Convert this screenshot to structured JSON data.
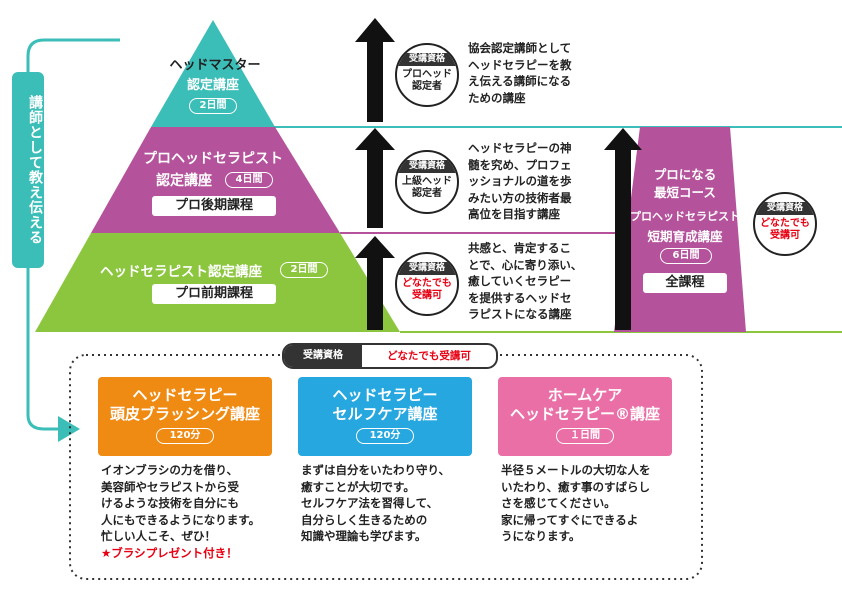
{
  "vertical_label": "講師として教え伝える",
  "pyramid": {
    "top": {
      "title_1": "ヘッドマスター",
      "title_2": "認定講座",
      "duration": "2日間"
    },
    "middle": {
      "title_1": "プロヘッドセラピスト",
      "title_2": "認定講座",
      "duration": "4日間",
      "course": "プロ後期課程"
    },
    "bottom": {
      "title": "ヘッドセラピスト認定講座",
      "duration": "2日間",
      "course": "プロ前期課程"
    }
  },
  "badges": [
    {
      "header": "受講資格",
      "line1": "プロヘッド",
      "line2": "認定者"
    },
    {
      "header": "受講資格",
      "line1": "上級ヘッド",
      "line2": "認定者"
    },
    {
      "header": "受講資格",
      "line1": "どなたでも",
      "line2": "受講可"
    }
  ],
  "descriptions": [
    [
      "協会認定講師として",
      "ヘッドセラピーを教",
      "え伝える講師になる",
      "ための講座"
    ],
    [
      "ヘッドセラピーの神",
      "髄を究め、プロフェ",
      "ッショナルの道を歩",
      "みたい方の技術者最",
      "高位を目指す講座"
    ],
    [
      "共感と、肯定するこ",
      "とで、心に寄り添い、",
      "癒していくセラピー",
      "を提供するヘッドセ",
      "ラピストになる講座"
    ]
  ],
  "short_course": {
    "line1": "プロになる",
    "line2": "最短コース",
    "line3": "プロヘッドセラピスト",
    "line4": "短期育成講座",
    "duration": "6日間",
    "course": "全課程",
    "badge": {
      "header": "受講資格",
      "line1": "どなたでも",
      "line2": "受講可"
    }
  },
  "qualification": {
    "label": "受講資格",
    "value": "どなたでも受講可"
  },
  "cards": [
    {
      "title_1": "ヘッドセラピー",
      "title_2": "頭皮ブラッシング講座",
      "duration": "120分",
      "color": "#ef8a12",
      "desc": [
        "イオンブラシの力を借り、",
        "美容師やセラピストから受",
        "けるような技術を自分にも",
        "人にもできるようになります。",
        "忙しい人こそ、ぜひ！"
      ],
      "note": "★ブラシプレゼント付き！"
    },
    {
      "title_1": "ヘッドセラピー",
      "title_2": "セルフケア講座",
      "duration": "120分",
      "color": "#27a7df",
      "desc": [
        "まずは自分をいたわり守り、",
        "癒すことが大切です。",
        "セルフケア法を習得して、",
        "自分らしく生きるための",
        "知識や理論も学びます。"
      ]
    },
    {
      "title_1": "ホームケア",
      "title_2": "ヘッドセラピー®講座",
      "duration": "１日間",
      "color": "#ea6fa6",
      "desc": [
        "半径５メートルの大切な人を",
        "いたわり、癒す事のすばらし",
        "さを感じてください。",
        "家に帰ってすぐにできるよ",
        "うになります。"
      ]
    }
  ],
  "colors": {
    "teal": "#3bbdb8",
    "purple": "#b4529c",
    "green": "#8cc63f",
    "orange": "#ef8a12",
    "blue": "#27a7df",
    "pink": "#ea6fa6"
  }
}
